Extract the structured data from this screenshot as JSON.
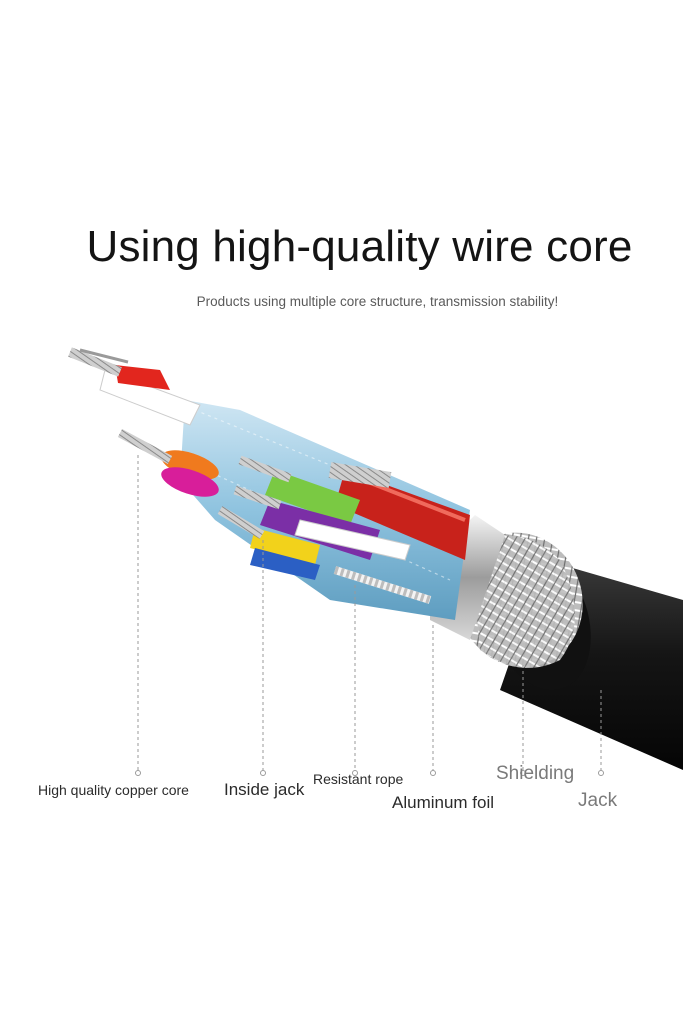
{
  "heading": {
    "title": "Using high-quality wire core",
    "subtitle": "Products using multiple core structure, transmission stability!"
  },
  "labels": {
    "copper_core": "High quality copper core",
    "inside_jack": "Inside jack",
    "resistant_rope": "Resistant rope",
    "aluminum_foil": "Aluminum foil",
    "shielding": "Shielding",
    "jack": "Jack"
  },
  "colors": {
    "jacket": "#1c1c1c",
    "braid": "#c9c9c9",
    "foil": "#8fc3df",
    "red": "#d92a22",
    "orange": "#f07a1e",
    "magenta": "#d81e9a",
    "green": "#7ac943",
    "purple": "#7b2fa6",
    "yellow": "#f2d21b",
    "blue": "#2b5fc4"
  }
}
